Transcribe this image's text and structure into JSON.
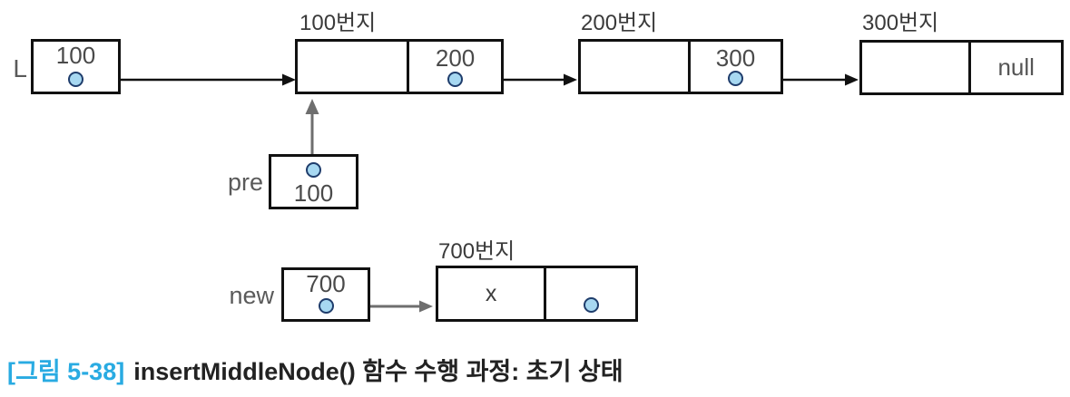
{
  "colors": {
    "dot_fill": "#A7D8F1",
    "dot_stroke": "#1F3D6C",
    "arrow_black": "#111111",
    "arrow_gray": "#6E6E6E",
    "caption_accent": "#29ABE2",
    "box_border": "#111111"
  },
  "pointers": {
    "head": {
      "label": "L",
      "value": "100"
    },
    "pre": {
      "label": "pre",
      "value": "100"
    },
    "new": {
      "label": "new",
      "value": "700"
    }
  },
  "nodes": [
    {
      "address": "100번지",
      "data": "",
      "link": "200"
    },
    {
      "address": "200번지",
      "data": "",
      "link": "300"
    },
    {
      "address": "300번지",
      "data": "",
      "link": "null"
    },
    {
      "address": "700번지",
      "data": "x",
      "link": ""
    }
  ],
  "caption": {
    "tag": "[그림 5-38]",
    "text": "insertMiddleNode() 함수 수행 과정: 초기 상태"
  }
}
